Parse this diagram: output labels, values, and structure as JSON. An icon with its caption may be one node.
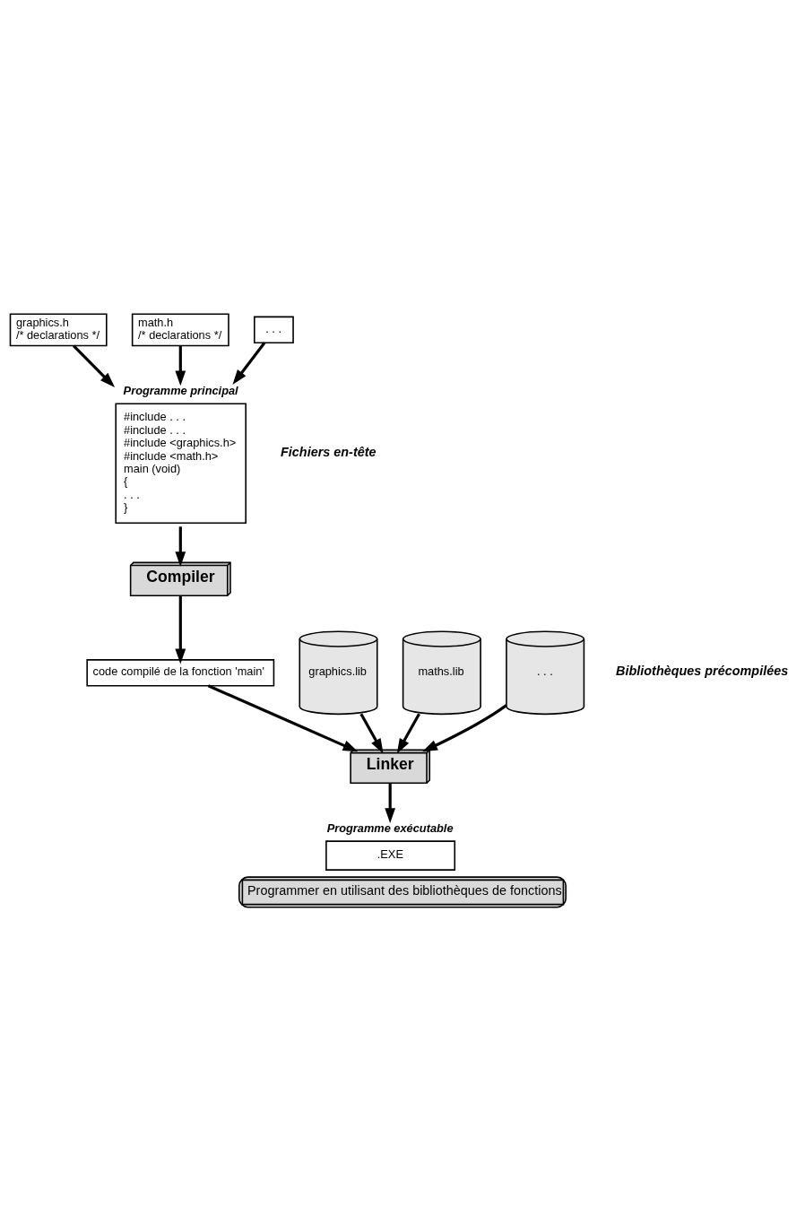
{
  "diagram": {
    "caption": "Programmer en utilisant des bibliothèques de fonctions",
    "nodes": [
      {
        "text": [
          "graphics.h",
          "/* declarations */"
        ]
      },
      {
        "text": [
          "math.h",
          "/* declarations */"
        ]
      },
      {
        "text": [
          ". . ."
        ]
      },
      {
        "text": [
          "Programme principal",
          "#include . . .",
          "#include . . .",
          "#include <graphics.h>",
          "#include <math.h>",
          "main (void)",
          "{",
          ". . .",
          "}"
        ]
      },
      {
        "text": [
          "Compiler"
        ]
      },
      {
        "text": [
          "code compilé de la fonction 'main'"
        ]
      },
      {
        "text": [
          "graphics.lib"
        ]
      },
      {
        "text": [
          "maths.lib"
        ]
      },
      {
        "text": [
          ". . ."
        ]
      },
      {
        "text": [
          "Linker"
        ]
      },
      {
        "text": [
          "Programme exécutable",
          ".EXE"
        ]
      }
    ],
    "edges": [
      {
        "from": 0,
        "to": 3,
        "arrow": "to"
      },
      {
        "from": 1,
        "to": 3,
        "arrow": "to"
      },
      {
        "from": 2,
        "to": 3,
        "arrow": "to"
      },
      {
        "from": 3,
        "to": 4,
        "arrow": "to"
      },
      {
        "from": 4,
        "to": 5,
        "arrow": "to"
      },
      {
        "from": 5,
        "to": 9,
        "arrow": "to"
      },
      {
        "from": 6,
        "to": 9,
        "arrow": "to"
      },
      {
        "from": 7,
        "to": 9,
        "arrow": "to"
      },
      {
        "from": 8,
        "to": 9,
        "arrow": "to"
      },
      {
        "from": 9,
        "to": 10,
        "arrow": "to"
      }
    ],
    "labels": [
      "Fichiers en-tête",
      "Bibliothèques précompilées"
    ]
  }
}
